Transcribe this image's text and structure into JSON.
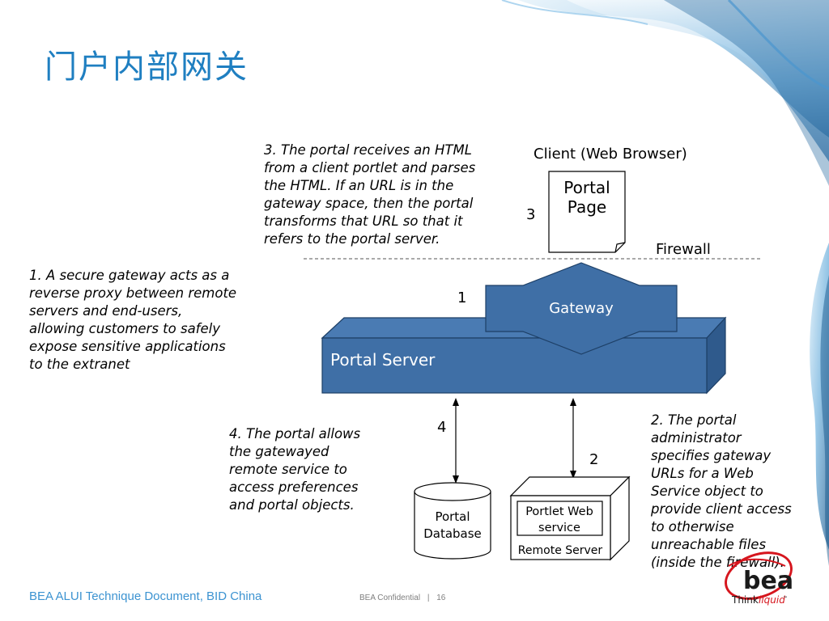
{
  "slide": {
    "title": "门户内部网关"
  },
  "notes": {
    "note1": [
      "1. A secure gateway acts as a",
      "reverse proxy between remote",
      "servers and end-users,",
      "allowing customers to safely",
      "expose sensitive applications",
      "to the extranet"
    ],
    "note2": [
      "2. The portal",
      "administrator",
      "specifies gateway",
      "URLs for a Web",
      "Service object to",
      "provide client access",
      "to otherwise",
      "unreachable files",
      "(inside the firewall)."
    ],
    "note3": [
      "3. The portal receives an HTML",
      "from a client portlet and parses",
      "the HTML. If an URL is in the",
      "gateway space, then the portal",
      "transforms that URL so that it",
      "refers to the portal server."
    ],
    "note4": [
      "4. The portal allows",
      "the gatewayed",
      "remote service to",
      "access preferences",
      "and portal objects."
    ]
  },
  "diagram": {
    "client_label": "Client (Web Browser)",
    "portal_page": [
      "Portal",
      "Page"
    ],
    "firewall_label": "Firewall",
    "gateway_label": "Gateway",
    "portal_server_label": "Portal Server",
    "portal_database": [
      "Portal",
      "Database"
    ],
    "portlet_web_service": [
      "Portlet Web",
      "service"
    ],
    "remote_server_label": "Remote Server",
    "step_1": "1",
    "step_2": "2",
    "step_3": "3",
    "step_4": "4"
  },
  "footer": {
    "left": "BEA ALUI Technique Document, BID China",
    "confidential": "BEA Confidential",
    "separator": "|",
    "page_number": "16"
  },
  "logo": {
    "brand": "bea",
    "tagline_think": "Think",
    "tagline_liquid": "liquid",
    "tm": "™"
  },
  "colors": {
    "title": "#1f7fc1",
    "box_fill": "#3f6fa6",
    "box_stroke": "#1d3f66",
    "footer_text": "#3c93d1",
    "logo_red": "#d6161e"
  }
}
